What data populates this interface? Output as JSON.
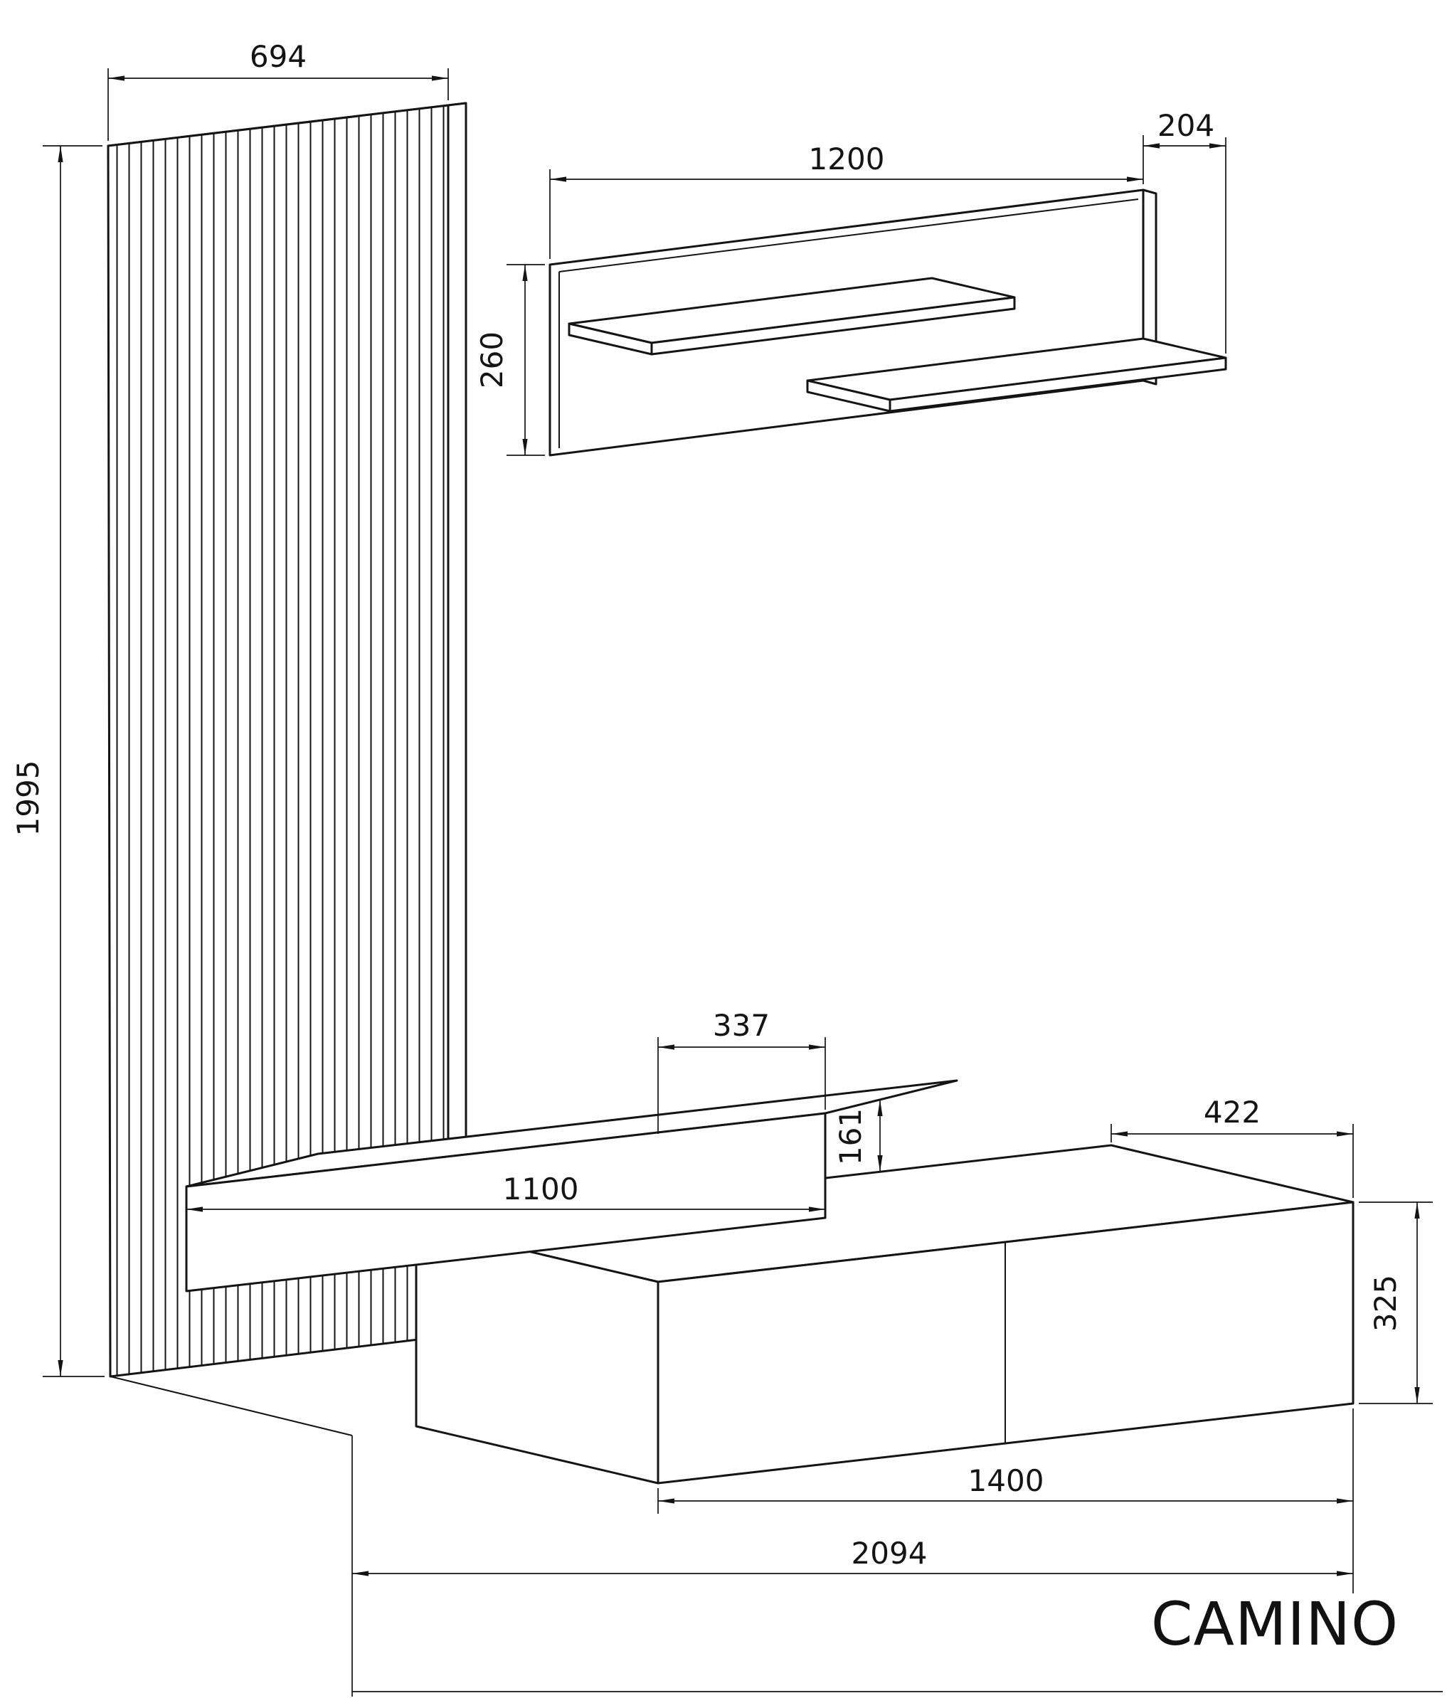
{
  "title": "CAMINO",
  "dimensions": {
    "panel_width": "694",
    "panel_height": "1995",
    "shelf_length": "1200",
    "shelf_depth": "204",
    "shelf_height": "260",
    "drawer_top_depth": "337",
    "drawer_clearance": "161",
    "drawer_length": "1100",
    "cabinet_depth": "422",
    "cabinet_height": "325",
    "cabinet_length": "1400",
    "total_length": "2094"
  }
}
